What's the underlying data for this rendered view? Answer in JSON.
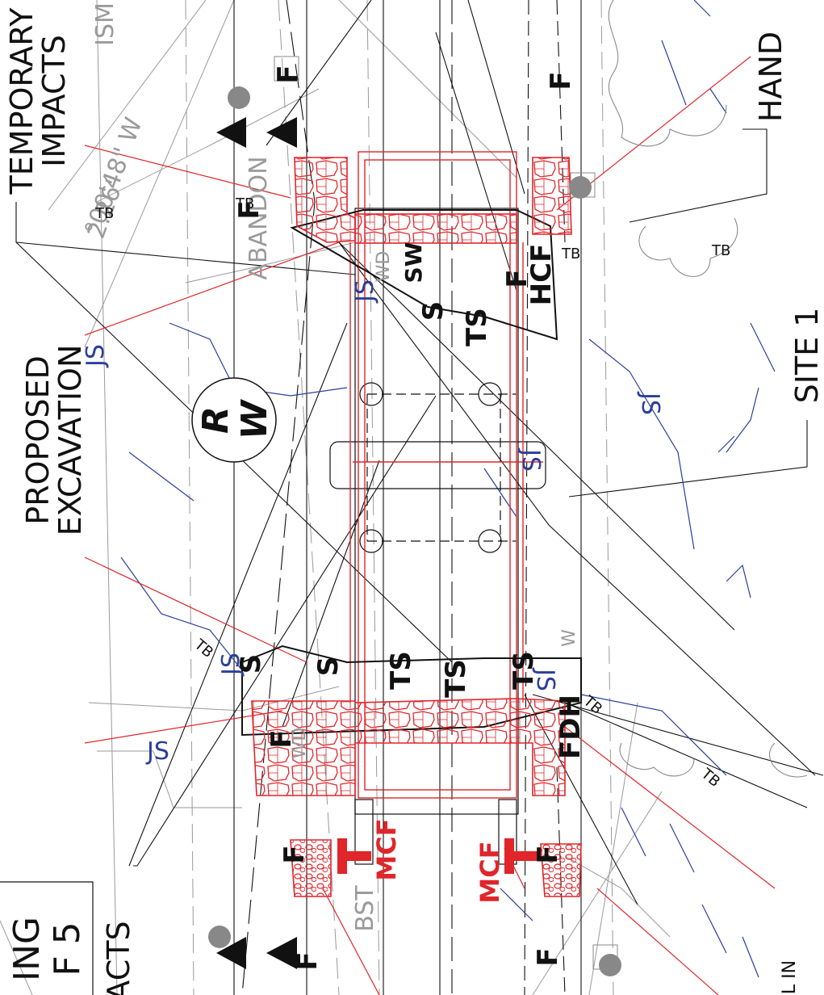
{
  "annotations": {
    "temporary_impacts_line1": "TEMPORARY",
    "temporary_impacts_line2": "IMPACTS",
    "proposed_excavation_line1": "PROPOSED",
    "proposed_excavation_line2": "EXCAVATION",
    "hand": "HAND",
    "site": "SITE 1",
    "impacts_partial": "ACTS",
    "sheet_label_partial_1": "ING",
    "sheet_label_partial_2": "F 5",
    "note_partial": "L IN"
  },
  "row_marker": {
    "letter_top": "R",
    "letter_bottom": "W"
  },
  "bearing": {
    "line1": "°00'48\" W",
    "line2": "2.26'"
  },
  "road_labels": {
    "road_name": "ABANDON",
    "ism": "ISM",
    "bst": "BST"
  },
  "callouts": {
    "mcf_upper": "MCF",
    "mcf_lower": "MCF",
    "js_labels": [
      "JS",
      "JS",
      "JS",
      "JS",
      "JS",
      "JS",
      "JS"
    ],
    "tb_labels": [
      "TB",
      "TB",
      "TB",
      "TB",
      "TB",
      "TB",
      "TB"
    ],
    "f_label": "F",
    "s_label": "S",
    "ts_label": "TS",
    "fdh_label": "FDH",
    "hcf_label": "HCF",
    "w_label": "W",
    "wd_label": "WD",
    "sw_label": "SW"
  },
  "colors": {
    "black": "#111111",
    "red": "#e0252b",
    "blue": "#2a3f9c",
    "gray": "#8a8a8a",
    "marker_gray": "#888888"
  }
}
